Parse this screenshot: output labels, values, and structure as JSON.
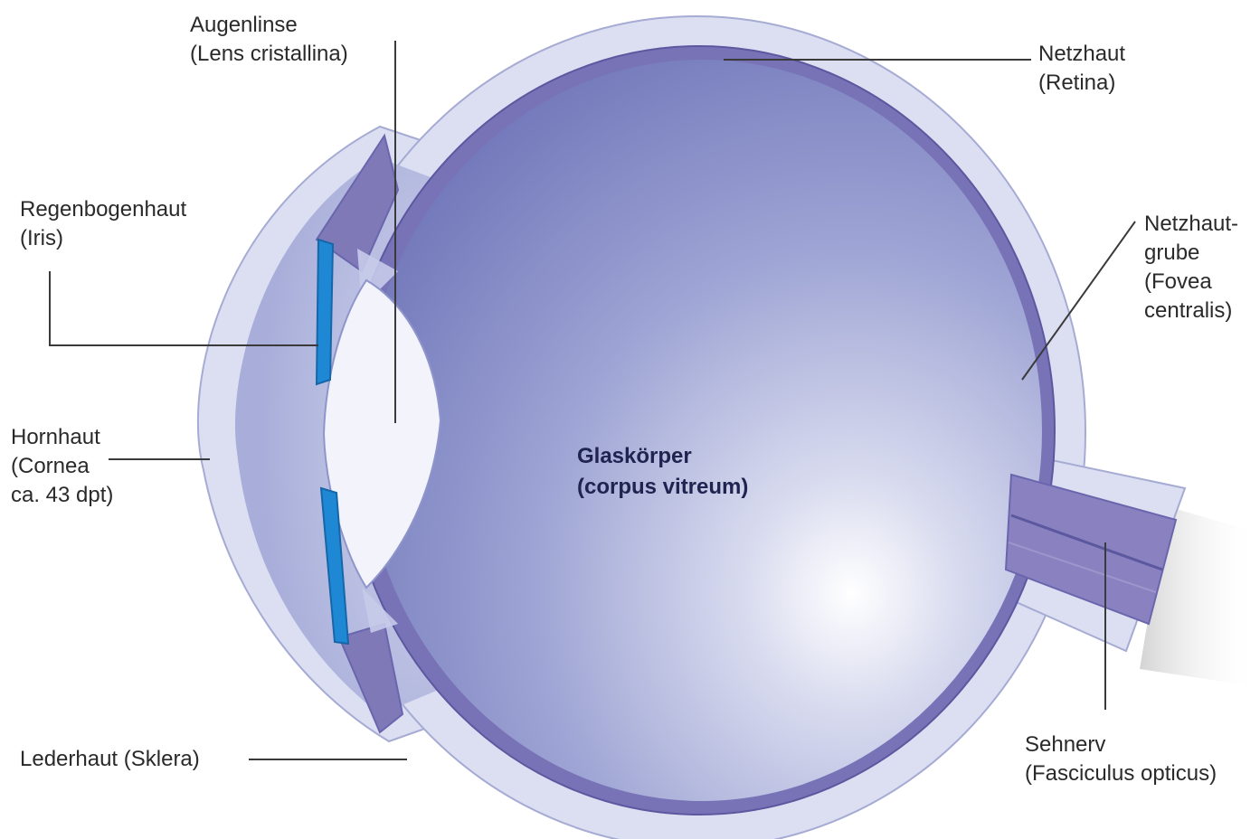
{
  "labels": {
    "lens": {
      "line1": "Augenlinse",
      "line2": "(Lens cristallina)"
    },
    "retina": {
      "line1": "Netzhaut",
      "line2": "(Retina)"
    },
    "iris": {
      "line1": "Regenbogenhaut",
      "line2": "(Iris)"
    },
    "fovea": {
      "line1": "Netzhaut-",
      "line2": "grube",
      "line3": "(Fovea",
      "line4": "centralis)"
    },
    "cornea": {
      "line1": "Hornhaut",
      "line2": "(Cornea",
      "line3": "ca. 43 dpt)"
    },
    "vitreous": {
      "line1": "Glaskörper",
      "line2": "(corpus vitreum)"
    },
    "sclera": {
      "line1": "Lederhaut (Sklera)"
    },
    "optic_nerve": {
      "line1": "Sehnerv",
      "line2": "(Fasciculus opticus)"
    }
  },
  "colors": {
    "sclera": "#dcdff2",
    "vitreous": "#8e95cb",
    "retina": "#6a66ad",
    "iris": "#1e88d4",
    "lens": "#f2f3fb",
    "leader": "#3a3a3a"
  }
}
